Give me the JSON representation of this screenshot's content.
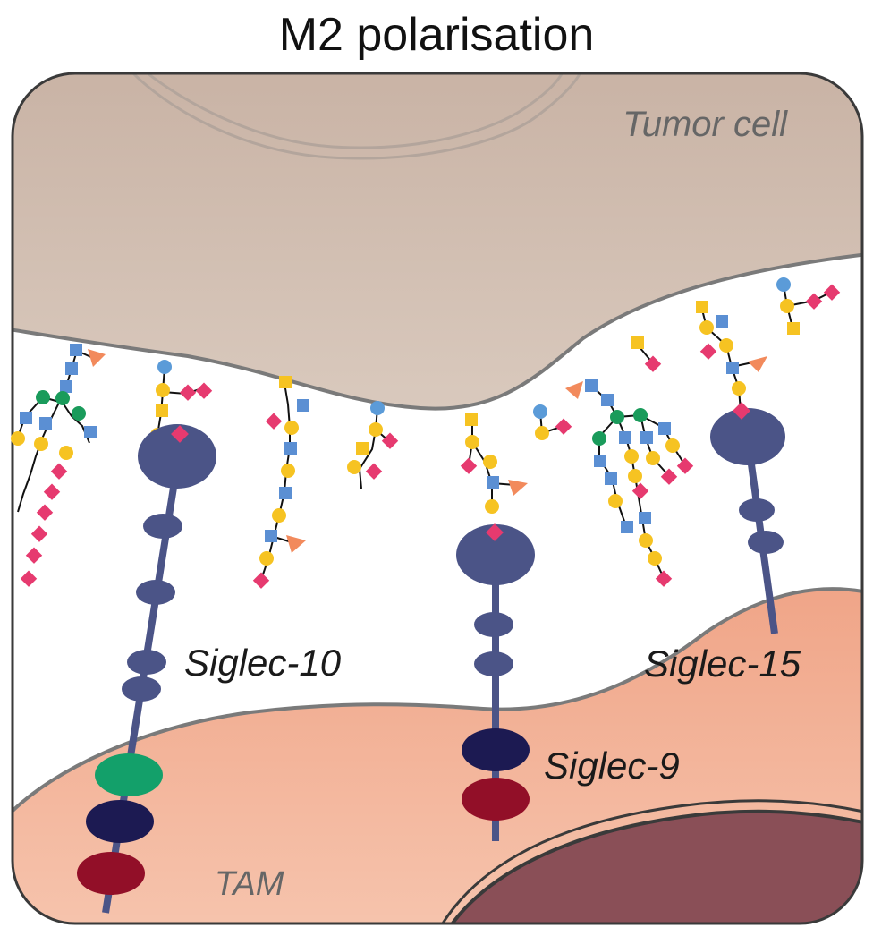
{
  "title": "M2 polarisation",
  "labels": {
    "tumor_cell": "Tumor cell",
    "tam": "TAM",
    "siglec_10": "Siglec-10",
    "siglec_9": "Siglec-9",
    "siglec_15": "Siglec-15"
  },
  "colors": {
    "tumor_cell": "#d2c0b2",
    "tam": "#f0aa8c",
    "nucleus": "#8a4f57",
    "receptor": "#4b5487",
    "itim_dark": "#1c1a52",
    "itim_red": "#920f28",
    "itim_green": "#13a06a",
    "sialic_acid": "#e63a6f",
    "galactose": "#f6c322",
    "glcnac": "#5b8fd3",
    "mannose": "#1a9b5b",
    "glc": "#5b9bd8",
    "fucose": "#f28a5c",
    "outline": "#7a7a7a",
    "label_gray": "#666666",
    "label_dark": "#1a1a1a"
  }
}
